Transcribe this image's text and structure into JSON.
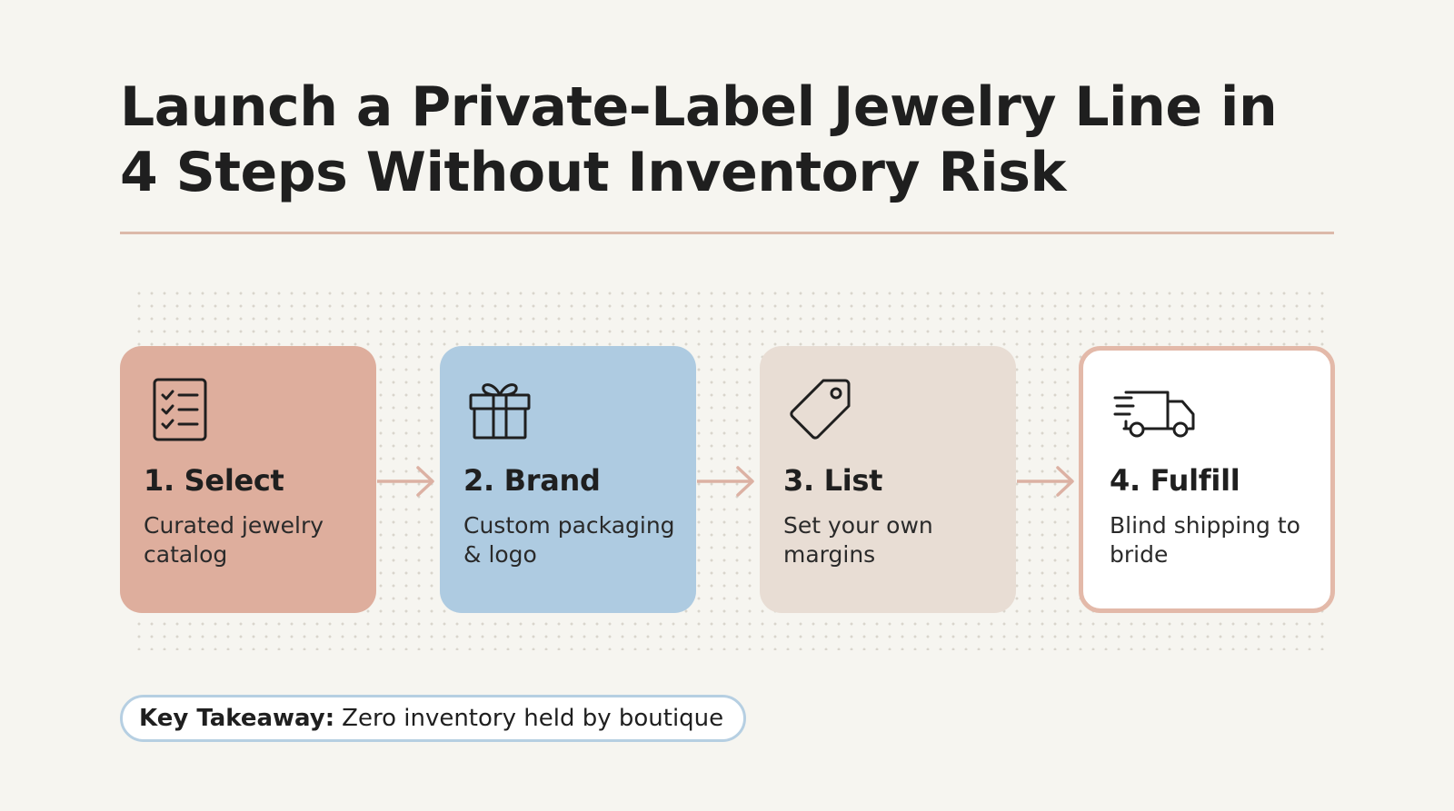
{
  "title": {
    "line1": "Launch a Private-Label Jewelry Line in",
    "line2": "4 Steps Without Inventory Risk"
  },
  "steps": [
    {
      "title": "1. Select",
      "description": "Curated jewelry catalog",
      "icon": "checklist-icon",
      "color": "#deae9d"
    },
    {
      "title": "2. Brand",
      "description": "Custom packaging & logo",
      "icon": "gift-icon",
      "color": "#aecbe1"
    },
    {
      "title": "3. List",
      "description": "Set your own margins",
      "icon": "price-tag-icon",
      "color": "#e8ddd4"
    },
    {
      "title": "4. Fulfill",
      "description": "Blind shipping to bride",
      "icon": "delivery-truck-icon",
      "color": "#ffffff"
    }
  ],
  "takeaway": {
    "label": "Key Takeaway:",
    "text": "Zero inventory held by boutique"
  },
  "colors": {
    "background": "#f6f5f0",
    "accent_rule": "#dcb9aa",
    "arrow": "#dcb1a3",
    "takeaway_border": "#b6cfe2"
  }
}
